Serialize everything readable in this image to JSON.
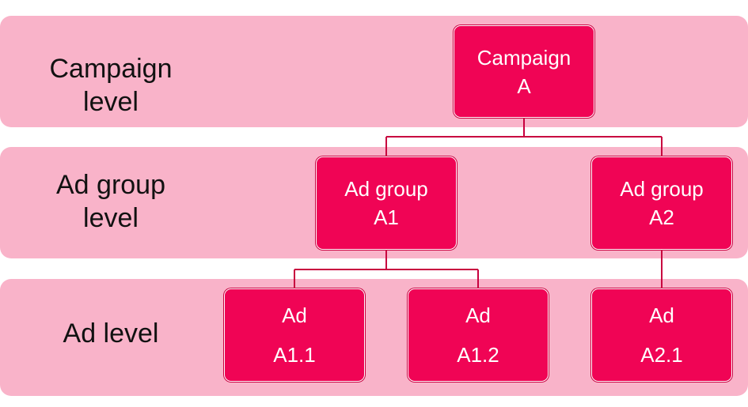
{
  "levels": {
    "campaign": "Campaign\nlevel",
    "adgroup": "Ad group\nlevel",
    "ad": "Ad level"
  },
  "nodes": {
    "campaign_a": {
      "line1": "Campaign",
      "line2": "A"
    },
    "adgroup_a1": {
      "line1": "Ad group",
      "line2": "A1"
    },
    "adgroup_a2": {
      "line1": "Ad group",
      "line2": "A2"
    },
    "ad_a1_1": {
      "line1": "Ad",
      "line2": "A1.1"
    },
    "ad_a1_2": {
      "line1": "Ad",
      "line2": "A1.2"
    },
    "ad_a2_1": {
      "line1": "Ad",
      "line2": "A2.1"
    }
  },
  "colors": {
    "band": "#f9b3c9",
    "node": "#f00455",
    "connector": "#c8003f"
  }
}
